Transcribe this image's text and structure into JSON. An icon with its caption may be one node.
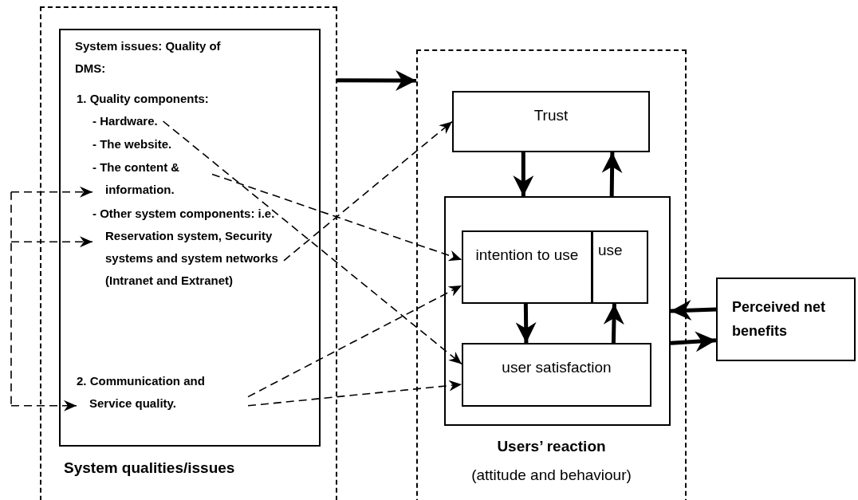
{
  "diagram": {
    "nodes": [
      {
        "text": [
          "System qualities/issues"
        ]
      },
      {
        "text": [
          "System issues: Quality of DMS:"
        ],
        "in": 0
      },
      {
        "text": [
          "1. Quality components:"
        ],
        "in": 1
      },
      {
        "text": [
          "- Hardware."
        ],
        "in": 1
      },
      {
        "text": [
          "- The website."
        ],
        "in": 1
      },
      {
        "text": [
          "- The content & information."
        ],
        "in": 1
      },
      {
        "text": [
          "- Other system components: i.e. Reservation system, Security systems and system networks (Intranet and Extranet)"
        ],
        "in": 1
      },
      {
        "text": [
          "2. Communication and Service quality."
        ],
        "in": 1
      },
      {
        "text": [
          "Users’ reaction",
          "(attitude and behaviour)"
        ]
      },
      {
        "text": [
          "Trust"
        ],
        "in": 8
      },
      {
        "text": [],
        "shape": "box",
        "in": 8
      },
      {
        "text": [
          "intention to use"
        ],
        "in": 10
      },
      {
        "text": [
          "use"
        ],
        "in": 10
      },
      {
        "text": [
          "user satisfaction"
        ],
        "in": 10
      },
      {
        "text": [
          "Perceived net benefits"
        ]
      }
    ],
    "edges": [
      {
        "from": 0,
        "to": 8,
        "arrow": "to",
        "style": "thick"
      },
      {
        "from": 3,
        "to": 13,
        "arrow": "to",
        "style": "dashed"
      },
      {
        "from": 5,
        "to": 11,
        "arrow": "to",
        "style": "dashed"
      },
      {
        "from": 6,
        "to": 9,
        "arrow": "to",
        "style": "dashed"
      },
      {
        "from": 7,
        "to": 11,
        "arrow": "to",
        "style": "dashed"
      },
      {
        "from": 7,
        "to": 13,
        "arrow": "to",
        "style": "dashed"
      },
      {
        "from": null,
        "to": 5,
        "arrow": "to",
        "style": "dashed"
      },
      {
        "from": null,
        "to": 6,
        "arrow": "to",
        "style": "dashed"
      },
      {
        "from": null,
        "to": 7,
        "arrow": "to",
        "style": "dashed"
      },
      {
        "from": 9,
        "to": 10,
        "arrow": "to",
        "style": "thick"
      },
      {
        "from": 10,
        "to": 9,
        "arrow": "to",
        "style": "thick"
      },
      {
        "from": 11,
        "to": 13,
        "arrow": "to",
        "style": "thick"
      },
      {
        "from": 13,
        "to": 12,
        "arrow": "to",
        "style": "thick"
      },
      {
        "from": 14,
        "to": 10,
        "arrow": "to",
        "style": "thick"
      },
      {
        "from": 10,
        "to": 14,
        "arrow": "to",
        "style": "thick"
      }
    ]
  }
}
